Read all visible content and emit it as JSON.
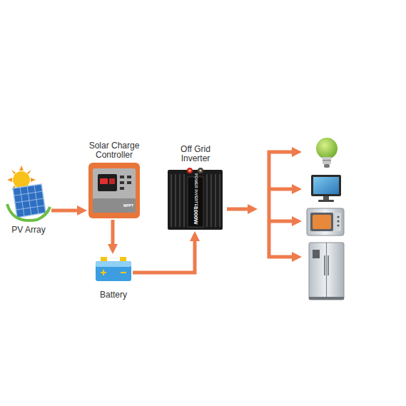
{
  "diagram": {
    "nodes": [
      {
        "text": [
          "PV Array"
        ]
      },
      {
        "text": [
          "Solar Charge Controller"
        ]
      },
      {
        "text": [
          "Battery"
        ]
      },
      {
        "text": [
          "Off Grid Inverter"
        ]
      }
    ],
    "edges": [
      {
        "from": 0,
        "to": 1,
        "arrow": "to"
      },
      {
        "from": 1,
        "to": 2,
        "arrow": "to"
      },
      {
        "from": 2,
        "to": 3,
        "arrow": "to"
      }
    ],
    "labels": [
      "MPPT",
      "1000W",
      "POWER INVERTER"
    ]
  }
}
